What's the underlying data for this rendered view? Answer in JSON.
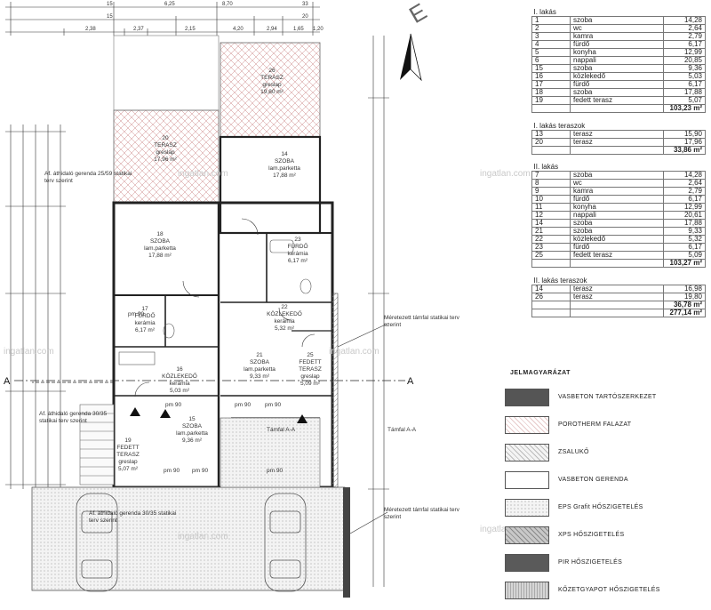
{
  "drawing": {
    "compass_letter": "E",
    "section_label_left": "A",
    "section_label_right": "A",
    "top_dims": [
      "15",
      "6,25",
      "8,70",
      "33",
      "15",
      "20",
      "2,37",
      "2,15",
      "4,20",
      "2,94",
      "2,38",
      "1,65",
      "1,20"
    ],
    "annotations": {
      "static_wall_1": "Méretezett támfal statikai terv szerint",
      "static_wall_2": "Méretezett támfal statikai terv szerint",
      "section_mark_1": "Támfal A-A",
      "section_mark_2": "Támfal A-A",
      "beam_1": "Af. áthidaló gerenda 25/59 statikai terv szerint",
      "beam_2": "Af. áthidaló gerenda 30/35 statikai terv szerint",
      "beam_3": "Af. áthidaló gerenda 30/35 statikai terv szerint"
    },
    "rooms": [
      {
        "no": "26",
        "name": "TERASZ",
        "finish": "greslap",
        "area": "19,80 m²"
      },
      {
        "no": "20",
        "name": "TERASZ",
        "finish": "greslap",
        "area": "17,96 m²"
      },
      {
        "no": "14",
        "name": "SZOBA",
        "finish": "lam.parketta",
        "area": "17,88 m²"
      },
      {
        "no": "18",
        "name": "SZOBA",
        "finish": "lam.parketta",
        "area": "17,88 m²"
      },
      {
        "no": "23",
        "name": "FÜRDŐ",
        "finish": "kerámia",
        "area": "6,17 m²"
      },
      {
        "no": "17",
        "name": "FÜRDŐ",
        "finish": "kerámia",
        "area": "6,17 m²"
      },
      {
        "no": "22",
        "name": "KÖZLEKEDŐ",
        "finish": "kerámia",
        "area": "5,32 m²"
      },
      {
        "no": "21",
        "name": "SZOBA",
        "finish": "lam.parketta",
        "area": "9,33 m²"
      },
      {
        "no": "25",
        "name": "FEDETT TERASZ",
        "finish": "greslap",
        "area": "5,09 m²"
      },
      {
        "no": "16",
        "name": "KÖZLEKEDŐ",
        "finish": "kerámia",
        "area": "5,03 m²"
      },
      {
        "no": "15",
        "name": "SZOBA",
        "finish": "lam.parketta",
        "area": "9,36 m²"
      },
      {
        "no": "19",
        "name": "FEDETT TERASZ",
        "finish": "greslap",
        "area": "5,07 m²"
      }
    ],
    "pm_labels": [
      "pm 90",
      "pm 90",
      "pm 90",
      "pm 90",
      "pm 90",
      "pm 90",
      "pm 90"
    ]
  },
  "tables": {
    "lakas1": {
      "title": "I. lakás",
      "rows": [
        [
          "1",
          "szoba",
          "14,28"
        ],
        [
          "2",
          "wc",
          "2,64"
        ],
        [
          "3",
          "kamra",
          "2,79"
        ],
        [
          "4",
          "fürdő",
          "6,17"
        ],
        [
          "5",
          "konyha",
          "12,99"
        ],
        [
          "6",
          "nappali",
          "20,85"
        ],
        [
          "15",
          "szoba",
          "9,36"
        ],
        [
          "16",
          "közlekedő",
          "5,03"
        ],
        [
          "17",
          "fürdő",
          "6,17"
        ],
        [
          "18",
          "szoba",
          "17,88"
        ],
        [
          "19",
          "fedett terasz",
          "5,07"
        ]
      ],
      "total": "103,23 m²"
    },
    "lakas1_teraszok": {
      "title": "I. lakás teraszok",
      "rows": [
        [
          "13",
          "terasz",
          "15,90"
        ],
        [
          "20",
          "terasz",
          "17,96"
        ]
      ],
      "total": "33,86 m²"
    },
    "lakas2": {
      "title": "II. lakás",
      "rows": [
        [
          "7",
          "szoba",
          "14,28"
        ],
        [
          "8",
          "wc",
          "2,64"
        ],
        [
          "9",
          "kamra",
          "2,79"
        ],
        [
          "10",
          "fürdő",
          "6,17"
        ],
        [
          "11",
          "konyha",
          "12,99"
        ],
        [
          "12",
          "nappali",
          "20,61"
        ],
        [
          "14",
          "szoba",
          "17,88"
        ],
        [
          "21",
          "szoba",
          "9,33"
        ],
        [
          "22",
          "közlekedő",
          "5,32"
        ],
        [
          "23",
          "fürdő",
          "6,17"
        ],
        [
          "25",
          "fedett terasz",
          "5,09"
        ]
      ],
      "total": "103,27 m²"
    },
    "lakas2_teraszok": {
      "title": "II. lakás teraszok",
      "rows": [
        [
          "14",
          "terasz",
          "16,98"
        ],
        [
          "26",
          "terasz",
          "19,80"
        ]
      ],
      "total": "36,78 m²",
      "grand_total": "277,14 m²"
    }
  },
  "legend": {
    "title": "JELMAGYARÁZAT",
    "items": [
      {
        "label": "VASBETON TARTÓSZERKEZET",
        "color": "#555555"
      },
      {
        "label": "POROTHERM FALAZAT",
        "color": "#f2e0e0"
      },
      {
        "label": "ZSALUKŐ",
        "color": "#e6e6e6"
      },
      {
        "label": "VASBETON GERENDA",
        "color": "#ffffff"
      },
      {
        "label": "EPS Grafit HŐSZIGETELÉS",
        "color": "#eeeeee"
      },
      {
        "label": "XPS HŐSZIGETELÉS",
        "color": "#bdbdbd"
      },
      {
        "label": "PIR HŐSZIGETELÉS",
        "color": "#5a5a5a"
      },
      {
        "label": "KŐZETGYAPOT HŐSZIGETELÉS",
        "color": "#d5d5d5"
      }
    ]
  },
  "watermark": "ingatlan.com"
}
